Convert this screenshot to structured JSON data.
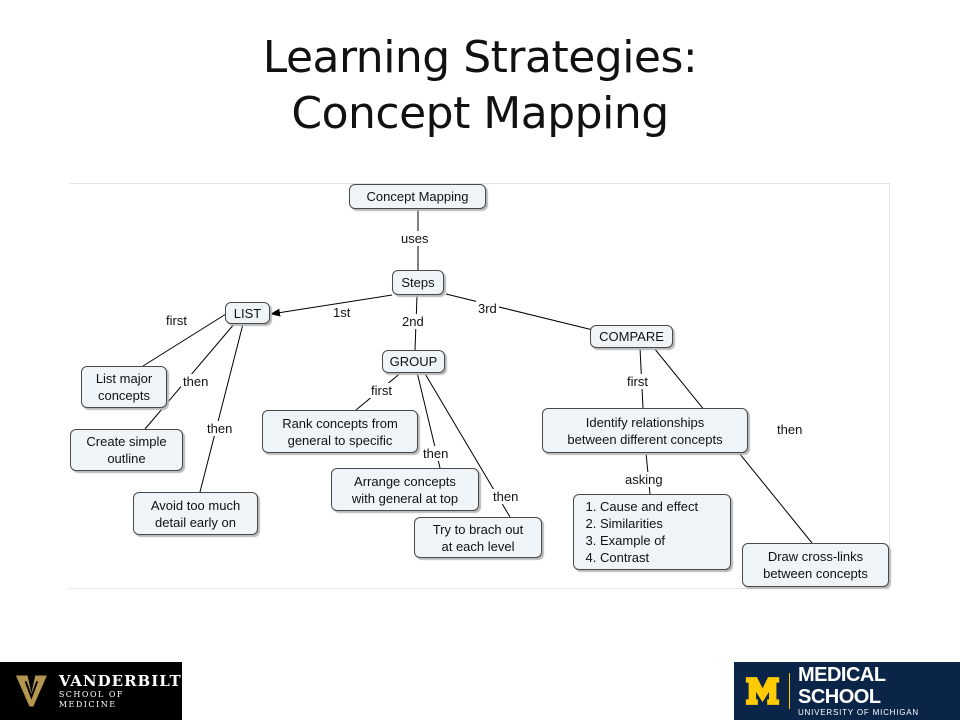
{
  "title": {
    "line1": "Learning Strategies:",
    "line2": "Concept Mapping"
  },
  "nodes": {
    "concept_mapping": "Concept Mapping",
    "steps": "Steps",
    "list": "LIST",
    "group": "GROUP",
    "compare": "COMPARE",
    "list_major": [
      "List major",
      "concepts"
    ],
    "create_outline": [
      "Create simple",
      "outline"
    ],
    "avoid_detail": [
      "Avoid too much",
      "detail early on"
    ],
    "rank_concepts": [
      "Rank concepts from",
      "general to specific"
    ],
    "arrange_concepts": [
      "Arrange concepts",
      "with general at top"
    ],
    "branch_out": [
      "Try to brach out",
      "at each level"
    ],
    "identify_relationships": [
      "Identify relationships",
      "between different concepts"
    ],
    "relationship_types": [
      "Cause and effect",
      "Similarities",
      "Example of",
      "Contrast"
    ],
    "cross_links": [
      "Draw cross-links",
      "between concepts"
    ]
  },
  "links": {
    "uses": "uses",
    "first_1st": "1st",
    "second_2nd": "2nd",
    "third_3rd": "3rd",
    "list_first": "first",
    "list_then_1": "then",
    "list_then_2": "then",
    "group_first": "first",
    "group_then_1": "then",
    "group_then_2": "then",
    "compare_first": "first",
    "compare_then": "then",
    "asking": "asking"
  },
  "logos": {
    "left": {
      "name": "VANDERBILT",
      "sub": "SCHOOL OF MEDICINE",
      "color": "#000000"
    },
    "right": {
      "name": "MEDICAL SCHOOL",
      "sub": "UNIVERSITY OF MICHIGAN",
      "color": "#0b2548",
      "accent": "#ffcb05"
    }
  }
}
